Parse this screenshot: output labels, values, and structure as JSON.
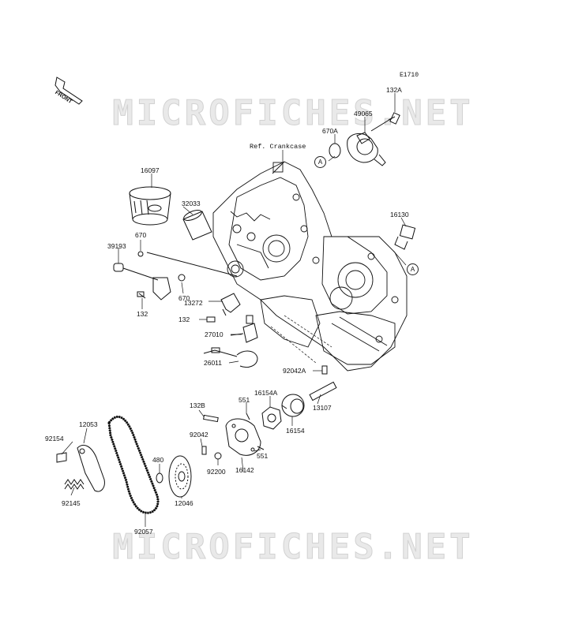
{
  "watermark_text": "MICROFICHES.NET",
  "figure_code": "E1710",
  "front_label": "FRONT",
  "reference_label": "Ref. Crankcase",
  "circle_marker": "A",
  "part_labels": [
    {
      "id": "132A",
      "text": "132A"
    },
    {
      "id": "49065",
      "text": "49065"
    },
    {
      "id": "670A",
      "text": "670A"
    },
    {
      "id": "16097",
      "text": "16097"
    },
    {
      "id": "32033",
      "text": "32033"
    },
    {
      "id": "16130",
      "text": "16130"
    },
    {
      "id": "670a",
      "text": "670"
    },
    {
      "id": "39193",
      "text": "39193"
    },
    {
      "id": "670b",
      "text": "670"
    },
    {
      "id": "13272",
      "text": "13272"
    },
    {
      "id": "132b",
      "text": "132"
    },
    {
      "id": "132c",
      "text": "132"
    },
    {
      "id": "27010",
      "text": "27010"
    },
    {
      "id": "26011",
      "text": "26011"
    },
    {
      "id": "92042A",
      "text": "92042A"
    },
    {
      "id": "16154A",
      "text": "16154A"
    },
    {
      "id": "132B",
      "text": "132B"
    },
    {
      "id": "551a",
      "text": "551"
    },
    {
      "id": "13107",
      "text": "13107"
    },
    {
      "id": "16154",
      "text": "16154"
    },
    {
      "id": "92042",
      "text": "92042"
    },
    {
      "id": "12053",
      "text": "12053"
    },
    {
      "id": "92154",
      "text": "92154"
    },
    {
      "id": "551b",
      "text": "551"
    },
    {
      "id": "16142",
      "text": "16142"
    },
    {
      "id": "480",
      "text": "480"
    },
    {
      "id": "92200",
      "text": "92200"
    },
    {
      "id": "92145",
      "text": "92145"
    },
    {
      "id": "12046",
      "text": "12046"
    },
    {
      "id": "92057",
      "text": "92057"
    }
  ]
}
